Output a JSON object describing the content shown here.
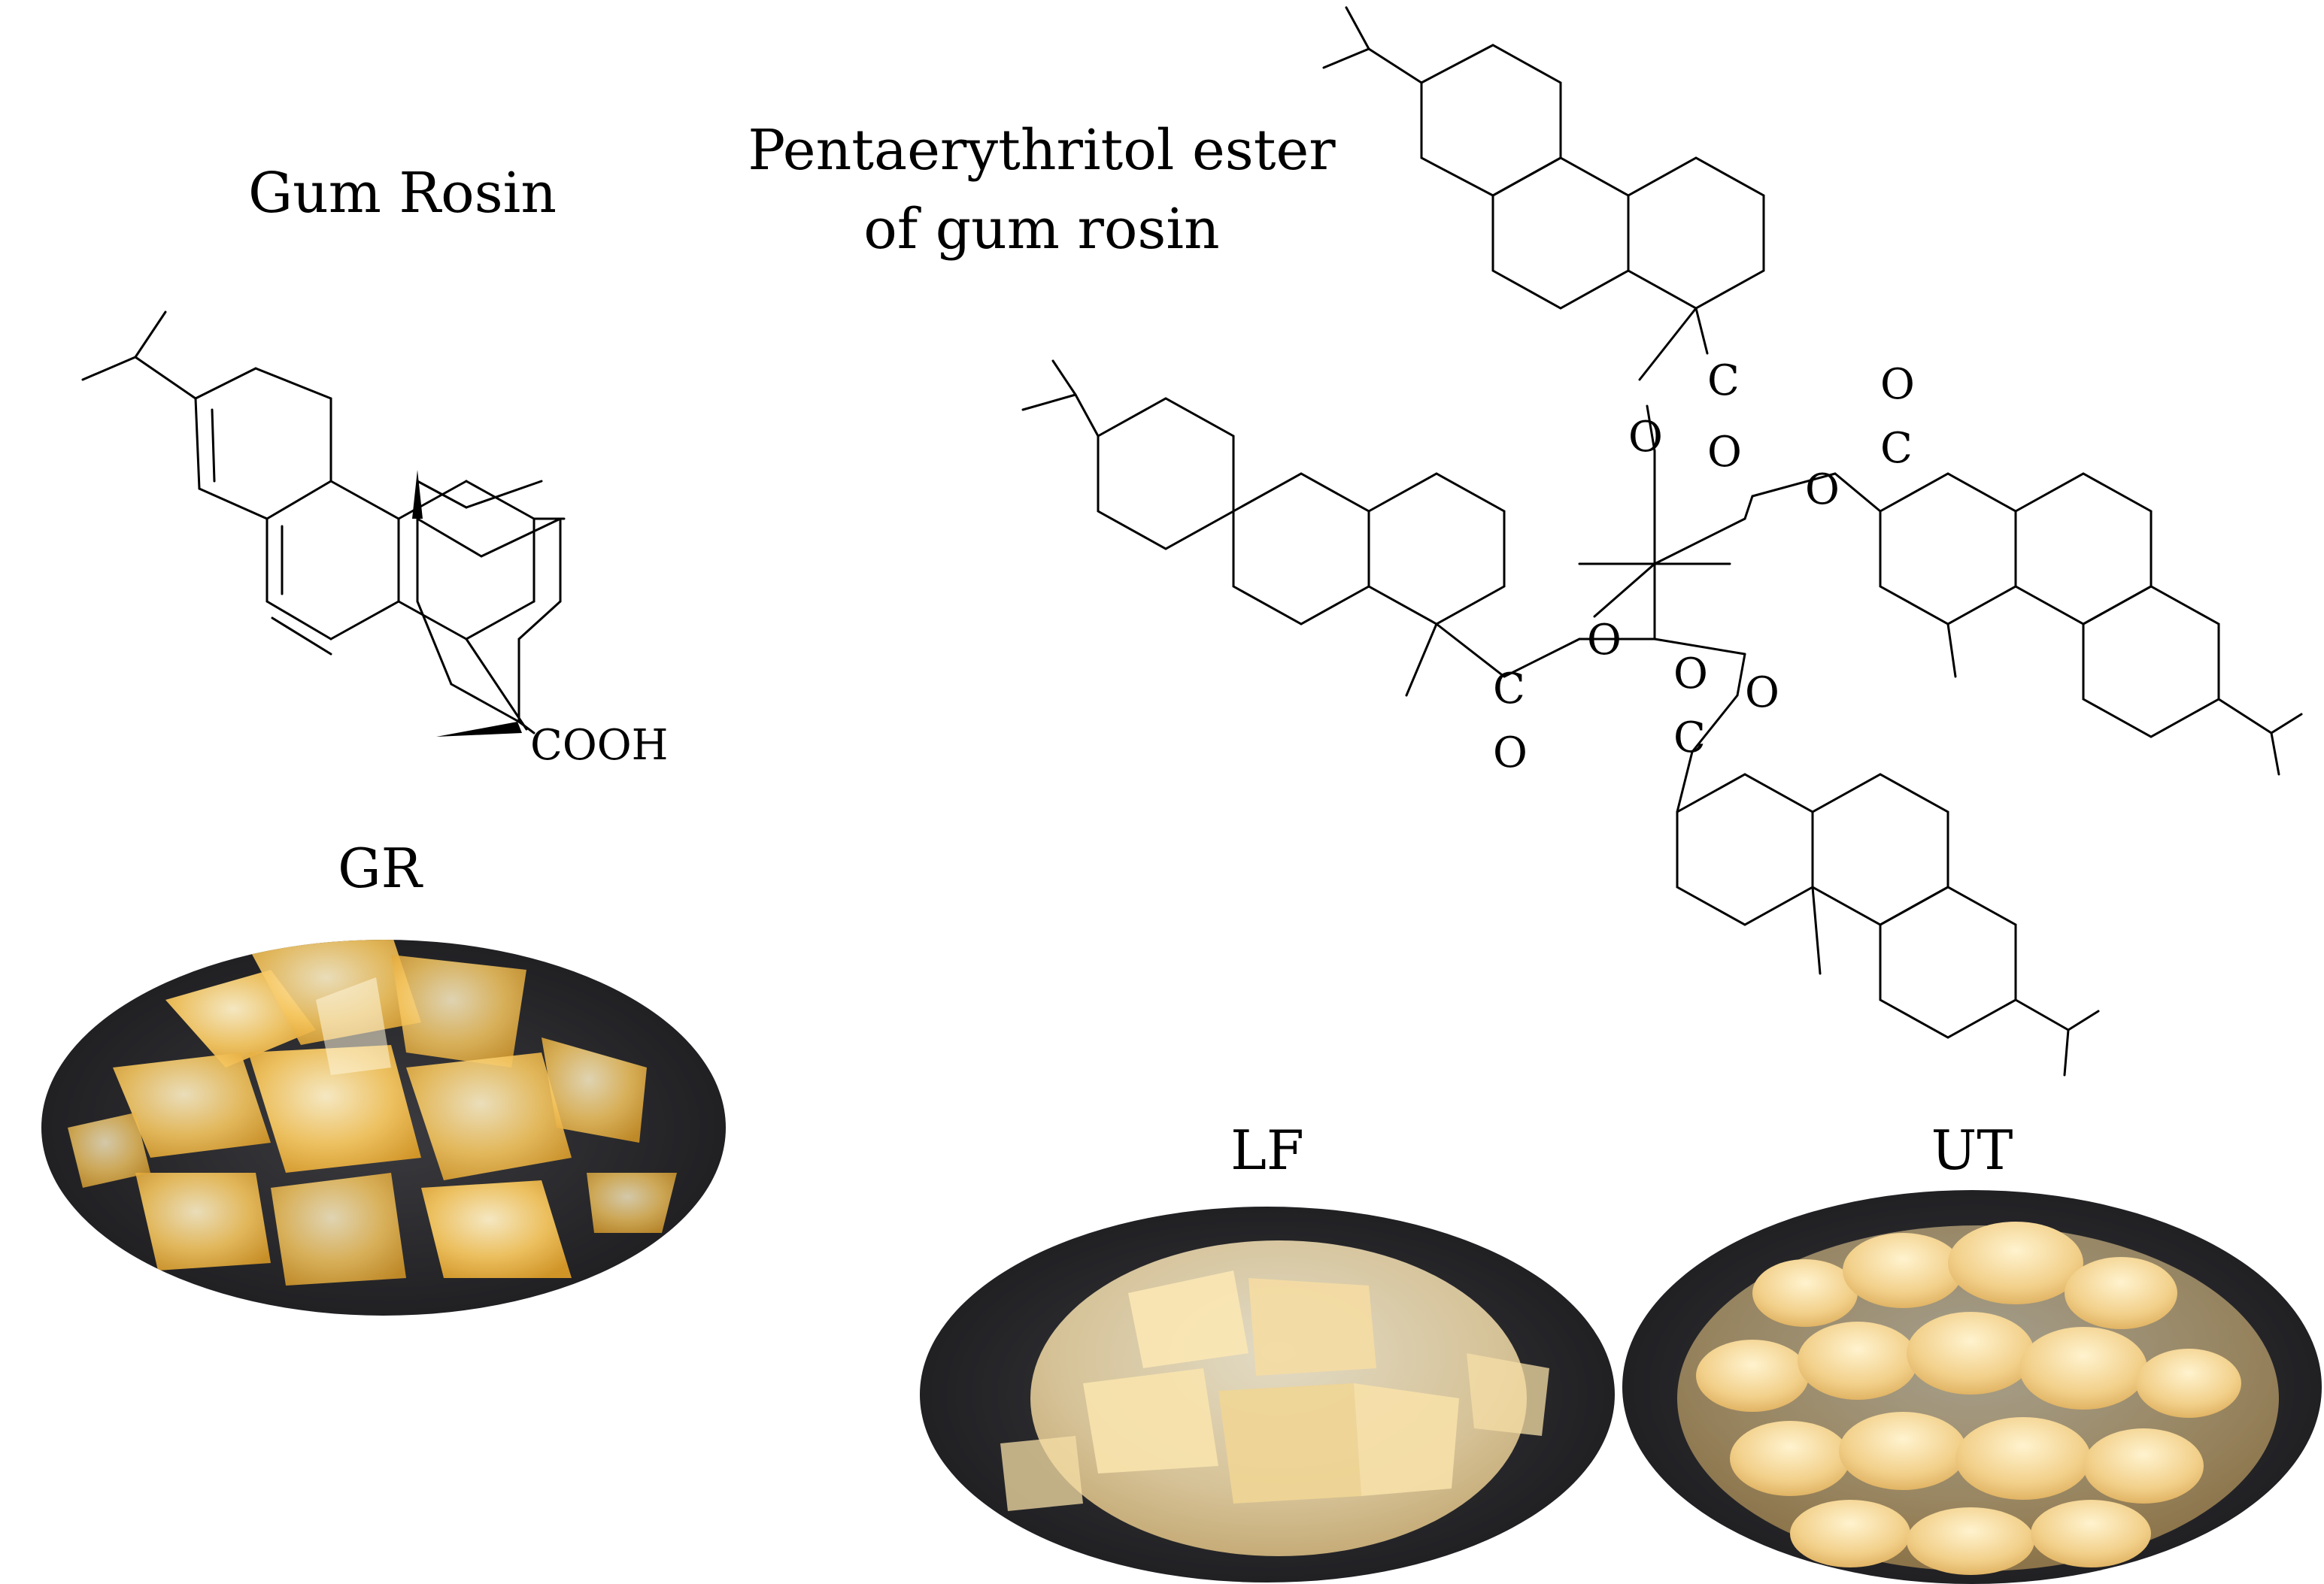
{
  "titles": {
    "gum_rosin": "Gum Rosin",
    "ester_line1": "Pentaerythritol ester",
    "ester_line2": "of gum rosin"
  },
  "atoms": {
    "cooh": "COOH",
    "o": "O",
    "c": "C"
  },
  "samples": [
    {
      "key": "GR",
      "label": "GR"
    },
    {
      "key": "LF",
      "label": "LF"
    },
    {
      "key": "UT",
      "label": "UT"
    }
  ],
  "colors": {
    "background": "#ffffff",
    "stone_dark": "#2a2a2c",
    "rosin_amber": "#f2b94a",
    "rosin_pale": "#f6dfa2",
    "ester_cream": "#f3d9a3"
  }
}
